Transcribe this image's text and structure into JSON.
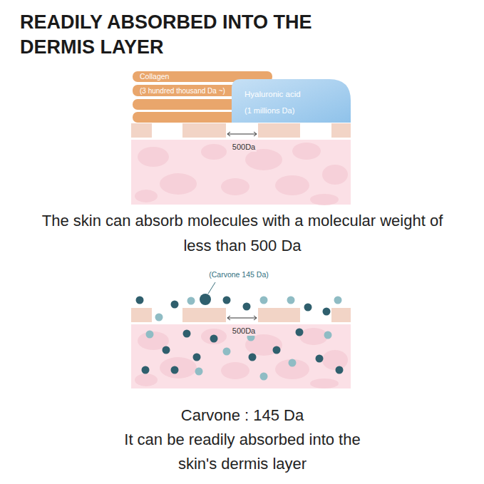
{
  "diagram": {
    "title": "READILY ABSORBED INTO THE DERMIS LAYER",
    "nodes": [
      {
        "text": [
          "Collagen",
          "(3 hundred thousand Da ~)"
        ]
      },
      {
        "text": [
          "Hyaluronic acid",
          "(1 millions Da)"
        ]
      }
    ],
    "labels": [
      "500Da",
      "The skin can absorb molecules with a molecular weight of less than 500 Da",
      "(Carvone 145 Da)",
      "500Da",
      "Carvone : 145 Da",
      "It can be readily absorbed into the skin's dermis layer"
    ]
  }
}
